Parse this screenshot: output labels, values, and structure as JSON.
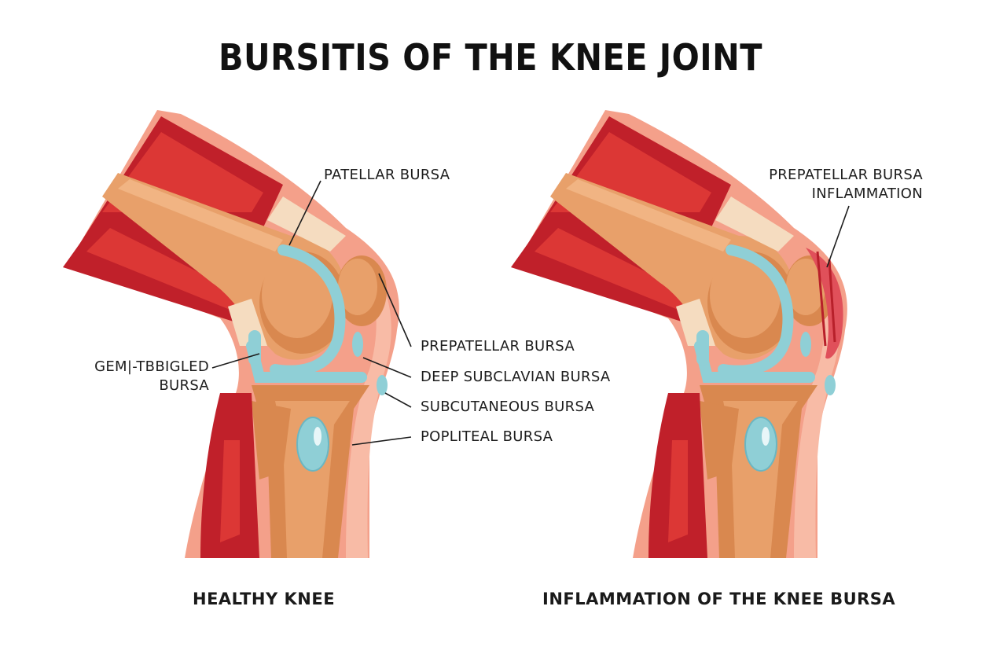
{
  "title": "BURSITIS OF THE KNEE JOINT",
  "colors": {
    "muscle_dark": "#c0202a",
    "muscle_light": "#e8413a",
    "skin": "#f4a08a",
    "skin_light": "#f8bba6",
    "bone": "#e8a06a",
    "bone_dark": "#d9884f",
    "cartilage": "#f5dcc0",
    "bursa": "#8fcfd6",
    "bursa_outline": "#6bb6c2",
    "inflamed": "#e0505a",
    "text": "#1a1a1a",
    "background": "#ffffff"
  },
  "healthy": {
    "caption": "HEALTHY KNEE",
    "labels": {
      "patellar_bursa": "PATELLAR BURSA",
      "left_bursa_line1": "GEM|-TBBIGLED",
      "left_bursa_line2": "BURSA",
      "prepatellar_bursa": "PREPATELLAR BURSA",
      "deep_subclavian_bursa": "DEEP SUBCLAVIAN BURSA",
      "subcutaneous_bursa": "SUBCUTANEOUS BURSA",
      "popliteal_bursa": "POPLITEAL BURSA"
    }
  },
  "inflamed": {
    "caption": "INFLAMMATION OF THE KNEE BURSA",
    "labels": {
      "prepatellar_inflammation_line1": "PREPATELLAR BURSA",
      "prepatellar_inflammation_line2": "INFLAMMATION"
    }
  }
}
